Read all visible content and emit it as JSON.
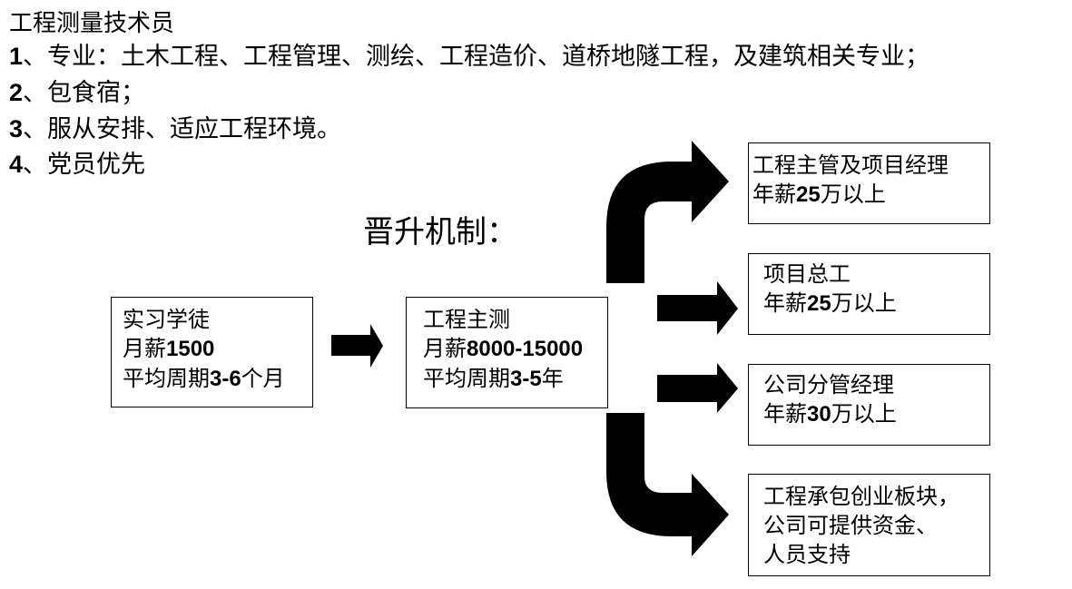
{
  "title": "工程测量技术员",
  "requirements": [
    {
      "num": "1",
      "sep": "、",
      "text": "专业：土木工程、工程管理、测绘、工程造价、道桥地隧工程，及建筑相关专业；"
    },
    {
      "num": "2",
      "sep": "、",
      "text": "包食宿；"
    },
    {
      "num": "3",
      "sep": "、",
      "text": "服从安排、适应工程环境。"
    },
    {
      "num": "4",
      "sep": "、",
      "text": "党员优先"
    }
  ],
  "promotion": {
    "heading": "晋升机制：",
    "stages": [
      {
        "role": "实习学徒",
        "salary_prefix": "月薪",
        "salary_value": "1500",
        "salary_suffix": "",
        "period_prefix": "平均周期",
        "period_value": "3-6",
        "period_suffix": "个月"
      },
      {
        "role": "工程主测",
        "salary_prefix": "月薪",
        "salary_value": "8000-15000",
        "salary_suffix": "",
        "period_prefix": "平均周期",
        "period_value": "3-5",
        "period_suffix": "年"
      }
    ],
    "outcomes": [
      {
        "role": "工程主管及项目经理",
        "salary_prefix": "年薪",
        "salary_value": "25",
        "salary_suffix": "万以上"
      },
      {
        "role": "项目总工",
        "salary_prefix": "年薪",
        "salary_value": "25",
        "salary_suffix": "万以上"
      },
      {
        "role": "公司分管经理",
        "salary_prefix": "年薪",
        "salary_value": "30",
        "salary_suffix": "万以上"
      },
      {
        "role": "工程承包创业板块，",
        "line2": "公司可提供资金、",
        "line3": "人员支持"
      }
    ]
  },
  "colors": {
    "arrow": "#000000",
    "border": "#000000",
    "background": "#ffffff"
  }
}
